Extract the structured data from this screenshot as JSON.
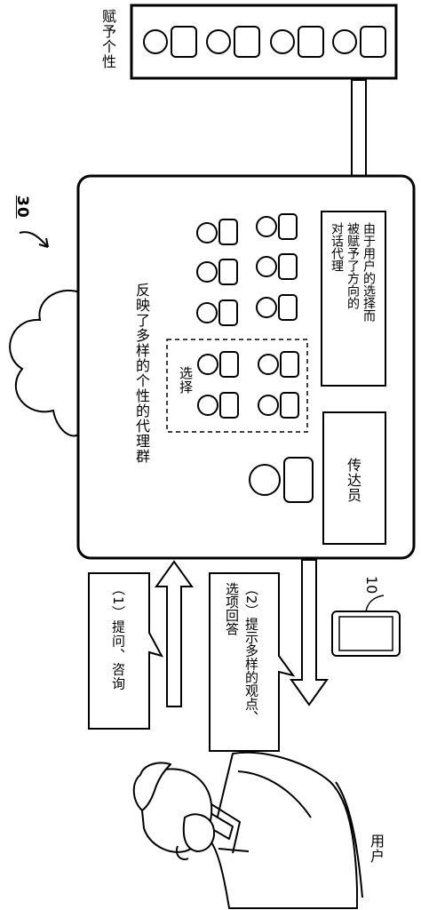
{
  "labels": {
    "personality_assign": "赋予个性",
    "system_number": "30",
    "agent_group": "反映了多样的个性的代理群",
    "selection": "选择",
    "directed_agent_line1": "由于用户的选择而",
    "directed_agent_line2": "被赋予了方向的",
    "directed_agent_line3": "对话代理",
    "messenger": "传达员",
    "step1": "（1）提问、咨询",
    "step2_line1": "（2）提示多样的观点、",
    "step2_line2": "选项回答",
    "device_number": "10",
    "user": "用户"
  }
}
